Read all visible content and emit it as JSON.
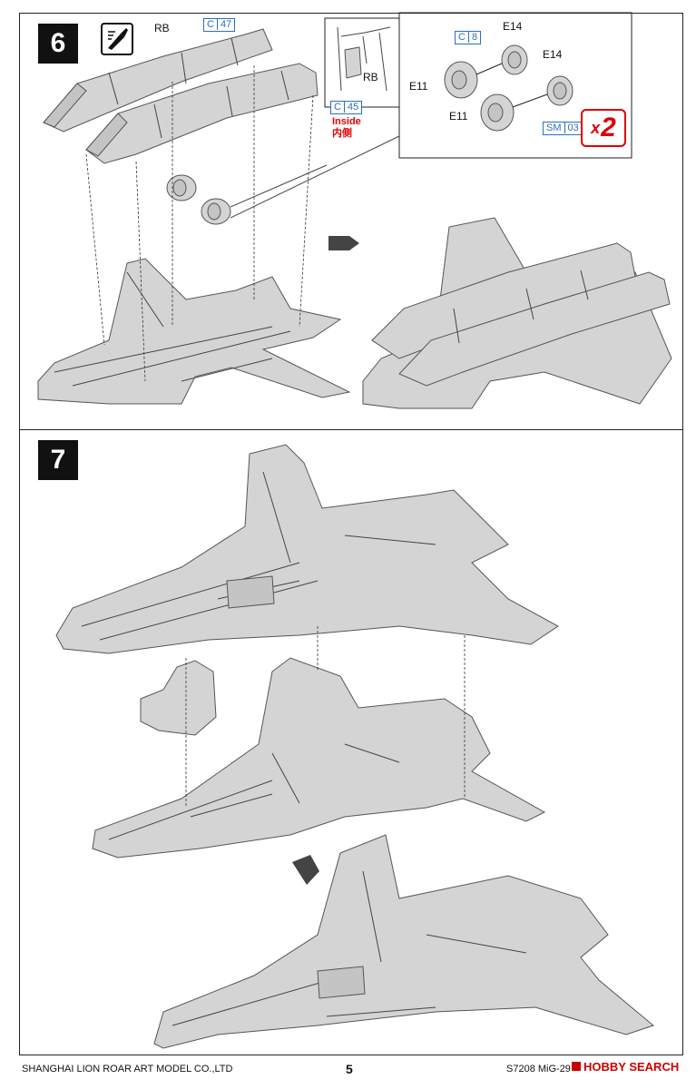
{
  "steps": [
    {
      "number": "6"
    },
    {
      "number": "7"
    }
  ],
  "step6": {
    "labels": {
      "rb_top": "RB",
      "rb_inset": "RB",
      "e14_a": "E14",
      "e14_b": "E14",
      "e11_a": "E11",
      "e11_b": "E11"
    },
    "refs": {
      "c47": {
        "prefix": "C",
        "number": "47"
      },
      "c45": {
        "prefix": "C",
        "number": "45"
      },
      "c8": {
        "prefix": "C",
        "number": "8"
      },
      "sm03": {
        "prefix": "SM",
        "number": "03"
      }
    },
    "inside_en": "Inside",
    "inside_cn": "内侧",
    "multiplier": {
      "x": "x",
      "n": "2"
    }
  },
  "footer": {
    "company": "SHANGHAI LION ROAR ART MODEL CO.,LTD",
    "page": "5",
    "kit": "S7208 MiG-29",
    "watermark": "HOBBY SEARCH"
  },
  "icons": [
    "cement-glue-icon",
    "next-step-arrow-icon"
  ]
}
